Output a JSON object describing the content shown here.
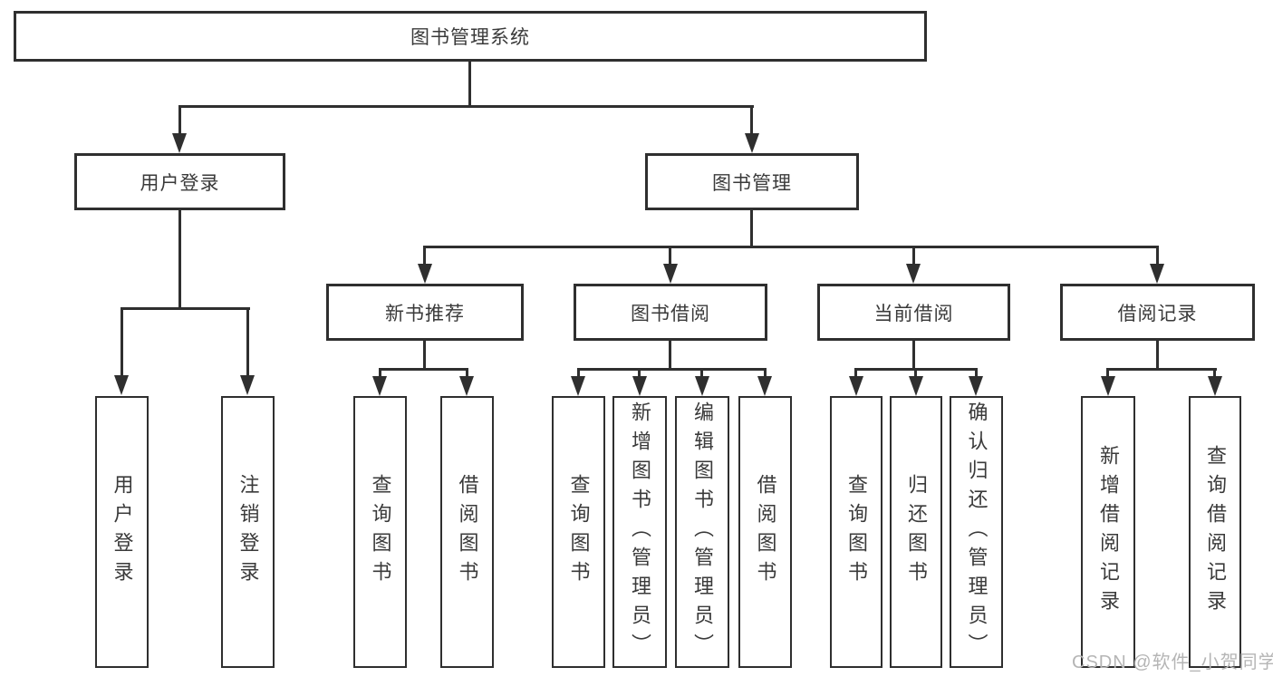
{
  "diagram_title": "图书管理系统",
  "colors": {
    "line": "#2f2f2f",
    "text": "#3a3a3a",
    "background": "#ffffff",
    "watermark": "#b5b5b5"
  },
  "watermark": "CSDN @软件_小贺同学",
  "nodes": {
    "root": {
      "label": "图书管理系统"
    },
    "user_login": {
      "label": "用户登录"
    },
    "book_mgmt": {
      "label": "图书管理"
    },
    "new_book_rec": {
      "label": "新书推荐"
    },
    "book_borrow": {
      "label": "图书借阅"
    },
    "current_borrow": {
      "label": "当前借阅"
    },
    "borrow_record": {
      "label": "借阅记录"
    },
    "leaf_user_login": {
      "label": "用户登录"
    },
    "leaf_logout": {
      "label": "注销登录"
    },
    "leaf_query_book_1": {
      "label": "查询图书"
    },
    "leaf_borrow_book_1": {
      "label": "借阅图书"
    },
    "leaf_query_book_2": {
      "label": "查询图书"
    },
    "leaf_add_book": {
      "label": "新增图书（管理员）"
    },
    "leaf_edit_book": {
      "label": "编辑图书（管理员）"
    },
    "leaf_borrow_book_2": {
      "label": "借阅图书"
    },
    "leaf_query_book_3": {
      "label": "查询图书"
    },
    "leaf_return_book": {
      "label": "归还图书"
    },
    "leaf_confirm_return": {
      "label": "确认归还（管理员）"
    },
    "leaf_add_borrow_record": {
      "label": "新增借阅记录"
    },
    "leaf_query_borrow_record": {
      "label": "查询借阅记录"
    }
  },
  "tree": {
    "label": "图书管理系统",
    "children": [
      {
        "label": "用户登录",
        "children": [
          {
            "label": "用户登录"
          },
          {
            "label": "注销登录"
          }
        ]
      },
      {
        "label": "图书管理",
        "children": [
          {
            "label": "新书推荐",
            "children": [
              {
                "label": "查询图书"
              },
              {
                "label": "借阅图书"
              }
            ]
          },
          {
            "label": "图书借阅",
            "children": [
              {
                "label": "查询图书"
              },
              {
                "label": "新增图书（管理员）"
              },
              {
                "label": "编辑图书（管理员）"
              },
              {
                "label": "借阅图书"
              }
            ]
          },
          {
            "label": "当前借阅",
            "children": [
              {
                "label": "查询图书"
              },
              {
                "label": "归还图书"
              },
              {
                "label": "确认归还（管理员）"
              }
            ]
          },
          {
            "label": "借阅记录",
            "children": [
              {
                "label": "新增借阅记录"
              },
              {
                "label": "查询借阅记录"
              }
            ]
          }
        ]
      }
    ]
  }
}
